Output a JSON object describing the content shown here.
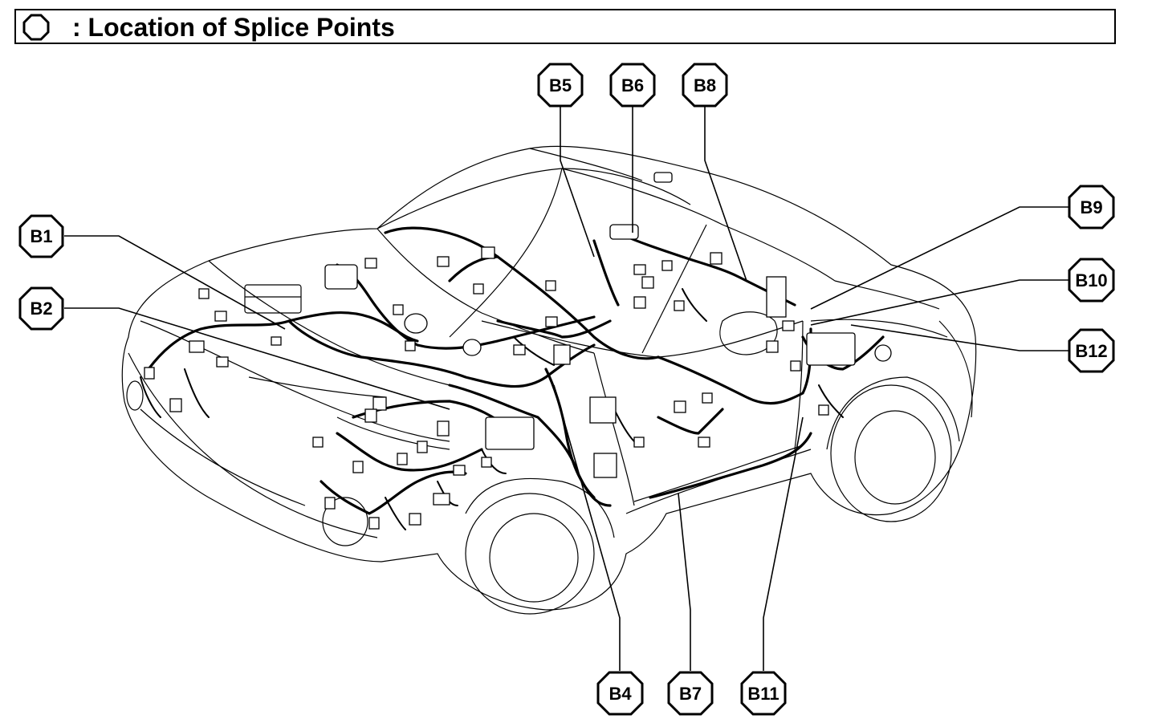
{
  "header": {
    "title": ": Location of Splice Points",
    "icon": "octagon-icon"
  },
  "splice_points": [
    {
      "id": "b1",
      "label": "B1"
    },
    {
      "id": "b2",
      "label": "B2"
    },
    {
      "id": "b4",
      "label": "B4"
    },
    {
      "id": "b5",
      "label": "B5"
    },
    {
      "id": "b6",
      "label": "B6"
    },
    {
      "id": "b7",
      "label": "B7"
    },
    {
      "id": "b8",
      "label": "B8"
    },
    {
      "id": "b9",
      "label": "B9"
    },
    {
      "id": "b10",
      "label": "B10"
    },
    {
      "id": "b11",
      "label": "B11"
    },
    {
      "id": "b12",
      "label": "B12"
    }
  ],
  "colors": {
    "line": "#000000",
    "background": "#ffffff"
  }
}
